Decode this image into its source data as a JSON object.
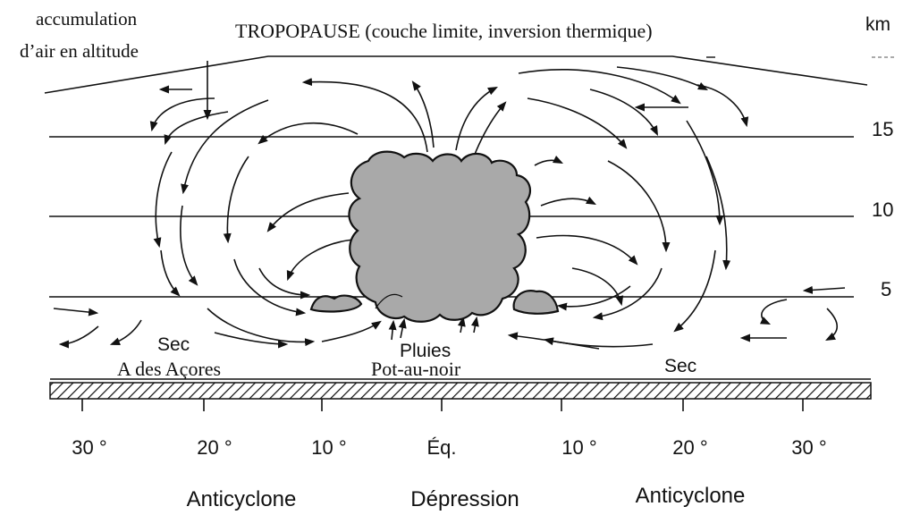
{
  "top_left_note": [
    "accumulation",
    "d’air en altitude"
  ],
  "tropopause_label": "TROPOPAUSE (couche limite, inversion thermique)",
  "altitude_axis": {
    "unit": "km",
    "ticks": [
      "15",
      "10",
      "5"
    ]
  },
  "surface_labels": {
    "left_top": "Sec",
    "left_bottom": "A des Açores",
    "center_top": "Pluies",
    "center_bottom": "Pot-au-noir",
    "right": "Sec"
  },
  "latitudes": [
    "30 °",
    "20 °",
    "10 °",
    "Éq.",
    "10 °",
    "20 °",
    "30 °"
  ],
  "pressure_zones": [
    "Anticyclone",
    "Dépression",
    "Anticyclone"
  ]
}
